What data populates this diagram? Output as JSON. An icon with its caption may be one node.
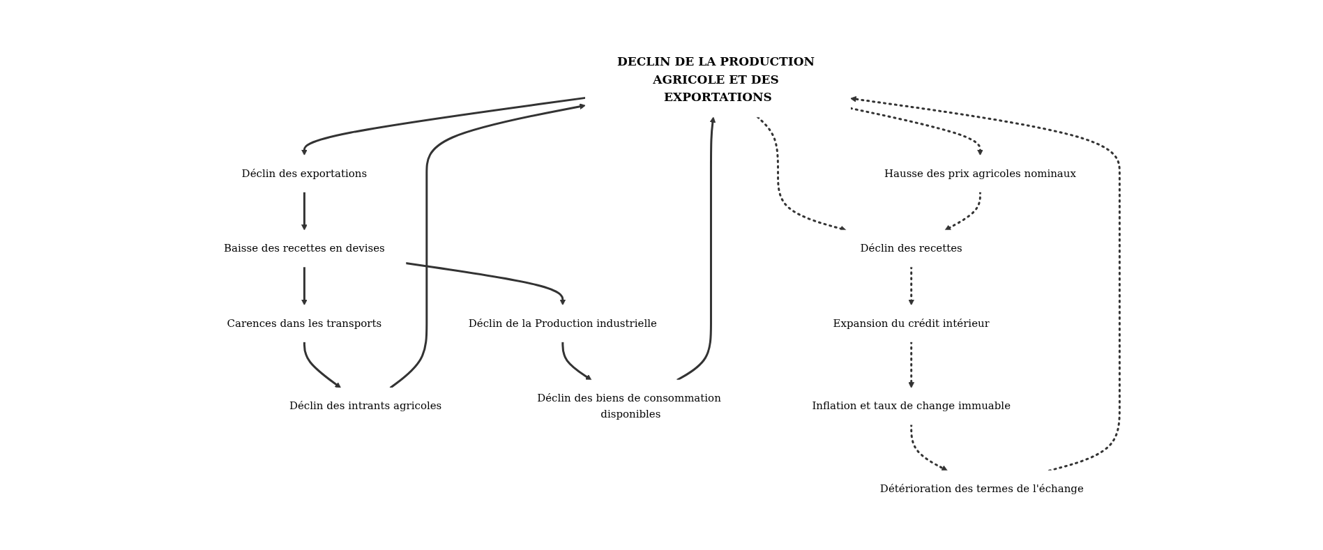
{
  "diagram": {
    "nodes": [
      {
        "text": [
          "DECLIN DE LA PRODUCTION AGRICOLE ET DES EXPORTATIONS"
        ]
      },
      {
        "text": [
          "Déclin des exportations"
        ]
      },
      {
        "text": [
          "Baisse des recettes en devises"
        ]
      },
      {
        "text": [
          "Carences dans les transports"
        ]
      },
      {
        "text": [
          "Déclin de la Production industrielle"
        ]
      },
      {
        "text": [
          "Déclin des intrants agricoles"
        ]
      },
      {
        "text": [
          "Déclin des biens de consommation disponibles"
        ]
      },
      {
        "text": [
          "Déclin des recettes"
        ]
      },
      {
        "text": [
          "Hausse des prix agricoles nominaux"
        ]
      },
      {
        "text": [
          "Expansion du crédit intérieur"
        ]
      },
      {
        "text": [
          "Inflation et taux de change immuable"
        ]
      },
      {
        "text": [
          "Détérioration des termes de l'échange"
        ]
      }
    ],
    "edges": [
      {
        "from": 0,
        "to": 1,
        "arrow": "to"
      },
      {
        "from": 1,
        "to": 2,
        "arrow": "to"
      },
      {
        "from": 2,
        "to": 3,
        "arrow": "to"
      },
      {
        "from": 2,
        "to": 4,
        "arrow": "to"
      },
      {
        "from": 3,
        "to": 5,
        "arrow": "to"
      },
      {
        "from": 4,
        "to": 6,
        "arrow": "to"
      },
      {
        "from": 5,
        "to": 0,
        "arrow": "to"
      },
      {
        "from": 6,
        "to": 0,
        "arrow": "to"
      },
      {
        "from": 0,
        "to": 7,
        "arrow": "to",
        "style": "dashed"
      },
      {
        "from": 0,
        "to": 8,
        "arrow": "to",
        "style": "dashed"
      },
      {
        "from": 8,
        "to": 7,
        "arrow": "to",
        "style": "dashed"
      },
      {
        "from": 7,
        "to": 9,
        "arrow": "to",
        "style": "dashed"
      },
      {
        "from": 9,
        "to": 10,
        "arrow": "to",
        "style": "dashed"
      },
      {
        "from": 10,
        "to": 11,
        "arrow": "to",
        "style": "dashed"
      },
      {
        "from": 11,
        "to": 0,
        "arrow": "to",
        "style": "dashed"
      }
    ]
  }
}
